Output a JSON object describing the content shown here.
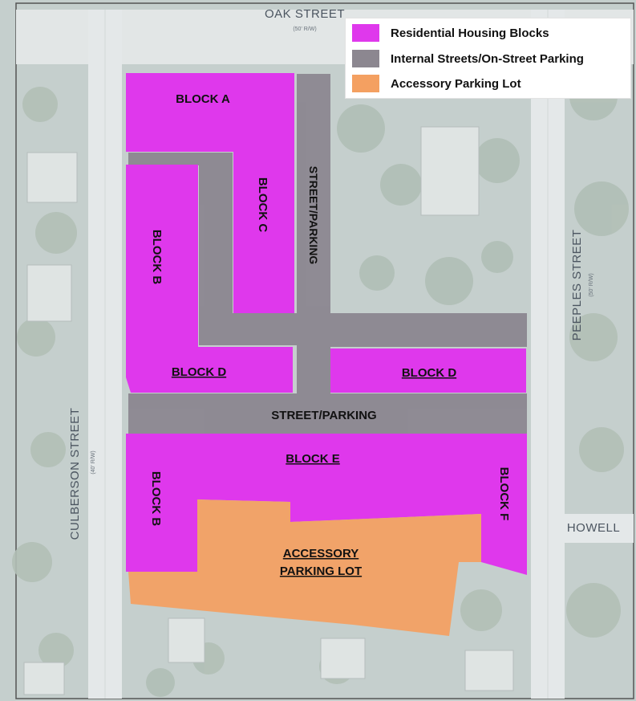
{
  "legend": {
    "items": [
      {
        "label": "Residential Housing Blocks",
        "color": "#df38ec"
      },
      {
        "label": "Internal Streets/On-Street Parking",
        "color": "#8c8790"
      },
      {
        "label": "Accessory Parking Lot",
        "color": "#f4a061"
      }
    ]
  },
  "streets": {
    "oak": "OAK STREET",
    "oak_row": "(50' R/W)",
    "culberson": "CULBERSON STREET",
    "culberson_row": "(40' R/W)",
    "peeples": "PEEPLES STREET",
    "peeples_row": "(50' R/W)",
    "howell": "HOWELL"
  },
  "blocks": {
    "a": "BLOCK A",
    "b_north": "BLOCK B",
    "c": "BLOCK C",
    "d_west": "BLOCK D",
    "d_east": "BLOCK D",
    "e": "BLOCK E",
    "b_south": "BLOCK B",
    "f": "BLOCK F"
  },
  "internal_streets": {
    "vertical": "STREET/PARKING",
    "horizontal": "STREET/PARKING"
  },
  "parking_lot": {
    "line1": "ACCESSORY",
    "line2": "PARKING LOT"
  },
  "colors": {
    "residential": "#df38ec",
    "internal_streets": "#8c8790",
    "parking": "#f4a061",
    "basemap": "#c7d0cf",
    "tree": "#aebcb4",
    "road": "#e3e7e8"
  }
}
